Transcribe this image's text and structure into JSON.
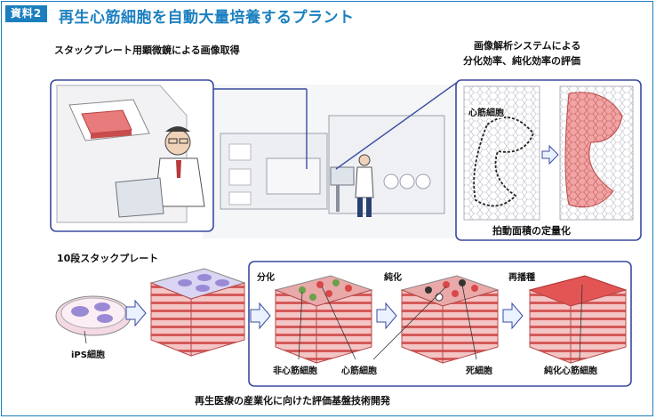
{
  "header": {
    "tag": "資料2",
    "title": "再生心筋細胞を自動大量培養するプラント"
  },
  "labels": {
    "microscope": "スタックプレート用顕微鏡による画像取得",
    "analysis_line1": "画像解析システムによる",
    "analysis_line2": "分化効率、純化効率の評価",
    "cardiomyocyte_region": "心筋細胞",
    "beating_area": "拍動面積の定量化",
    "stack_plate": "10段スタックプレート",
    "ips_cells": "iPS細胞",
    "step_differentiation": "分化",
    "step_purification": "純化",
    "step_reseeding": "再播種",
    "non_cardiomyocyte": "非心筋細胞",
    "cardiomyocyte": "心筋細胞",
    "dead_cells": "死細胞",
    "purified_cardiomyocyte": "純化心筋細胞",
    "footer": "再生医療の産業化に向けた評価基盤技術開発"
  },
  "colors": {
    "accent": "#1b7fbf",
    "panel_border": "#3a4aa0",
    "plate_red": "#e06a6a",
    "cell_purple": "#9a8ad6",
    "arrow_fill": "#eaf2ff"
  }
}
